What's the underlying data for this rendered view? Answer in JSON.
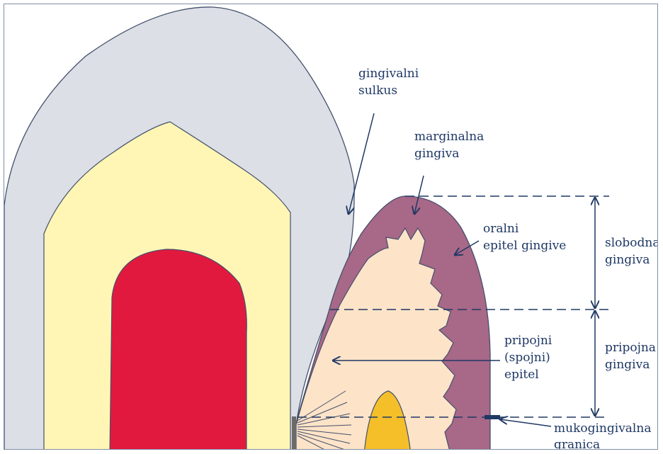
{
  "labels": {
    "gingival_sulcus": [
      "gingivalni",
      "sulkus"
    ],
    "marginal_gingiva": [
      "marginalna",
      "gingiva"
    ],
    "oral_epithelium": [
      "oralni",
      "epitel gingive"
    ],
    "free_gingiva": [
      "slobodna",
      "gingiva"
    ],
    "attached_gingiva": [
      "pripojna",
      "gingiva"
    ],
    "junctional_epithelium": [
      "pripojni",
      "(spojni)",
      "epitel"
    ],
    "mucogingival_junction": [
      "mukogingivalna",
      "granica"
    ]
  },
  "colors": {
    "enamel": "#dcdfe6",
    "dentin": "#fff6b5",
    "pulp": "#e2193f",
    "gingiva_outer": "#a86888",
    "gingiva_inner": "#fde3c8",
    "bone": "#f5bf2a",
    "lines": "#1f3864",
    "outline": "#44506a"
  }
}
